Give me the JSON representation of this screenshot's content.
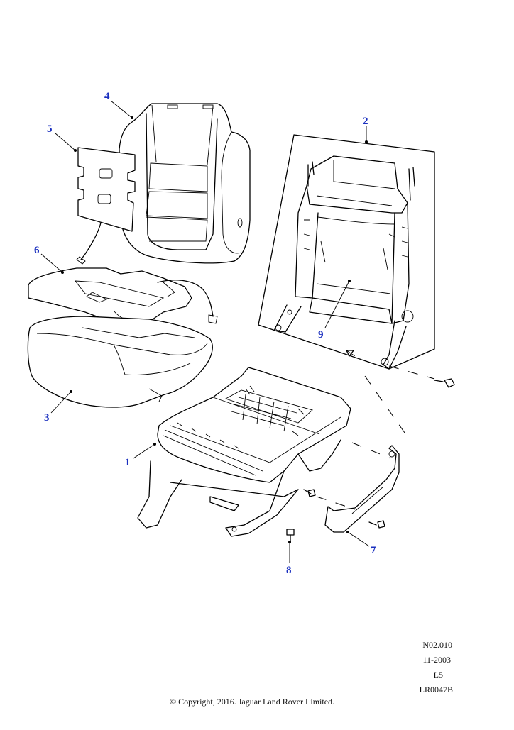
{
  "diagram": {
    "callout_color": "#1a2fbf",
    "callouts": [
      {
        "id": "1",
        "text": "1"
      },
      {
        "id": "2",
        "text": "2"
      },
      {
        "id": "3",
        "text": "3"
      },
      {
        "id": "4",
        "text": "4"
      },
      {
        "id": "5",
        "text": "5"
      },
      {
        "id": "6",
        "text": "6"
      },
      {
        "id": "7",
        "text": "7"
      },
      {
        "id": "8",
        "text": "8"
      },
      {
        "id": "9",
        "text": "9"
      }
    ]
  },
  "reference": {
    "code": "N02.010",
    "date": "11-2003",
    "level": "L5",
    "drawing_id": "LR0047B"
  },
  "copyright": "© Copyright, 2016. Jaguar Land Rover Limited."
}
